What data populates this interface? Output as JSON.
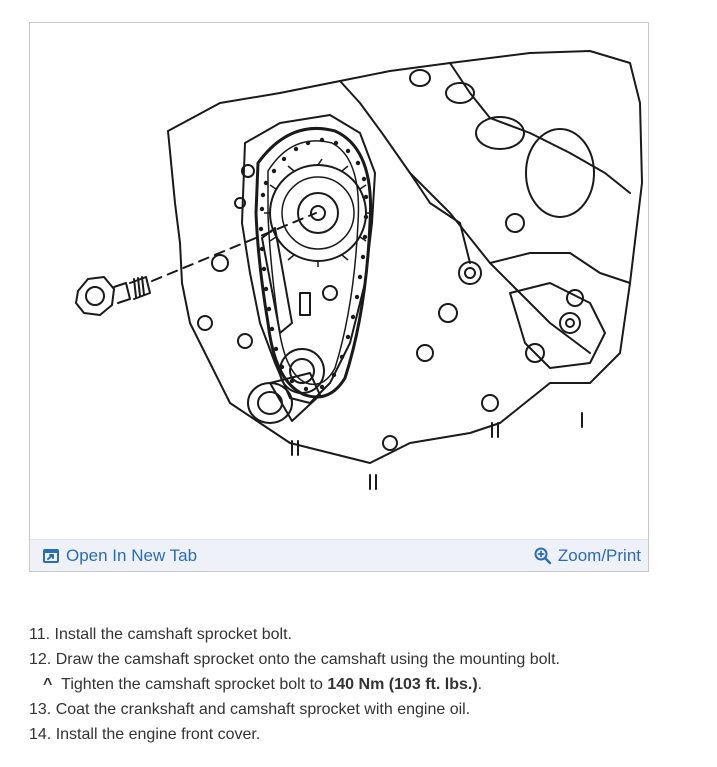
{
  "figure": {
    "open_new_tab_label": "Open In New Tab",
    "zoom_print_label": "Zoom/Print",
    "icons": {
      "open_tab": "open-in-new-tab-icon",
      "zoom": "zoom-magnifier-icon"
    },
    "accent_color": "#2b6cb8",
    "toolbar_bg": "#eef1f7"
  },
  "instructions": {
    "step11_number": "11.",
    "step11_text": "Install the camshaft sprocket bolt.",
    "step12_number": "12.",
    "step12_text": "Draw the camshaft sprocket onto the camshaft using the mounting bolt.",
    "note_caret": "^",
    "note_text_before": "Tighten the camshaft sprocket bolt to ",
    "note_torque": "140 Nm (103 ft. lbs.)",
    "note_text_after": ".",
    "step13_number": "13.",
    "step13_text": "Coat the crankshaft and camshaft sprocket with engine oil.",
    "step14_number": "14.",
    "step14_text": "Install the engine front cover."
  }
}
